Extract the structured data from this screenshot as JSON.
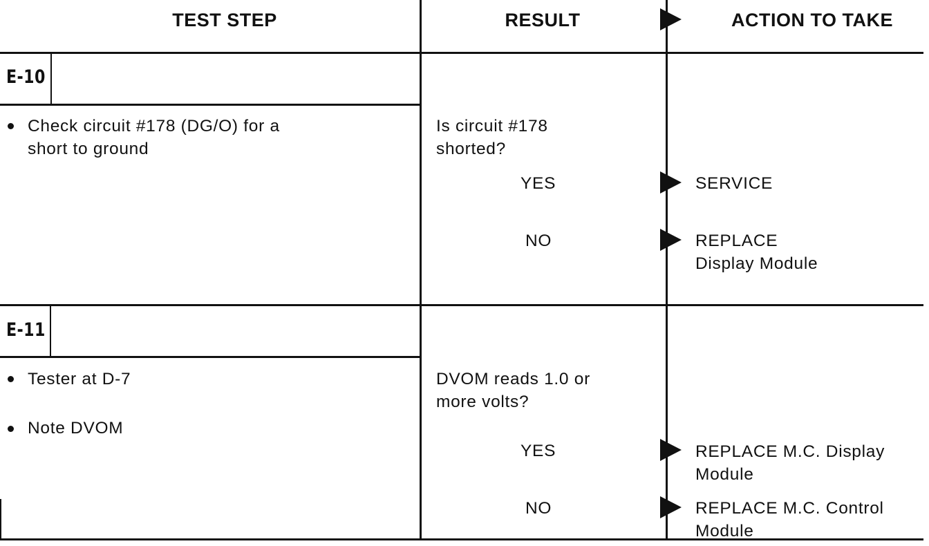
{
  "header": {
    "test_step": "TEST STEP",
    "result": "RESULT",
    "action_to_take": "ACTION TO TAKE"
  },
  "steps": [
    {
      "code": "E-10",
      "bullets": [
        [
          "Check circuit #178 (DG/O) for a",
          "short to ground"
        ]
      ],
      "question": [
        "Is circuit #178",
        "shorted?"
      ],
      "outcomes": [
        {
          "answer": "YES",
          "action": [
            "SERVICE"
          ]
        },
        {
          "answer": "NO",
          "action": [
            "REPLACE",
            "Display Module"
          ]
        }
      ]
    },
    {
      "code": "E-11",
      "bullets": [
        [
          "Tester at D-7"
        ],
        [
          "Note DVOM"
        ]
      ],
      "question": [
        "DVOM reads 1.0 or",
        "more volts?"
      ],
      "outcomes": [
        {
          "answer": "YES",
          "action": [
            "REPLACE M.C. Display",
            "Module"
          ]
        },
        {
          "answer": "NO",
          "action": [
            "REPLACE M.C. Control",
            "Module"
          ]
        }
      ]
    }
  ]
}
